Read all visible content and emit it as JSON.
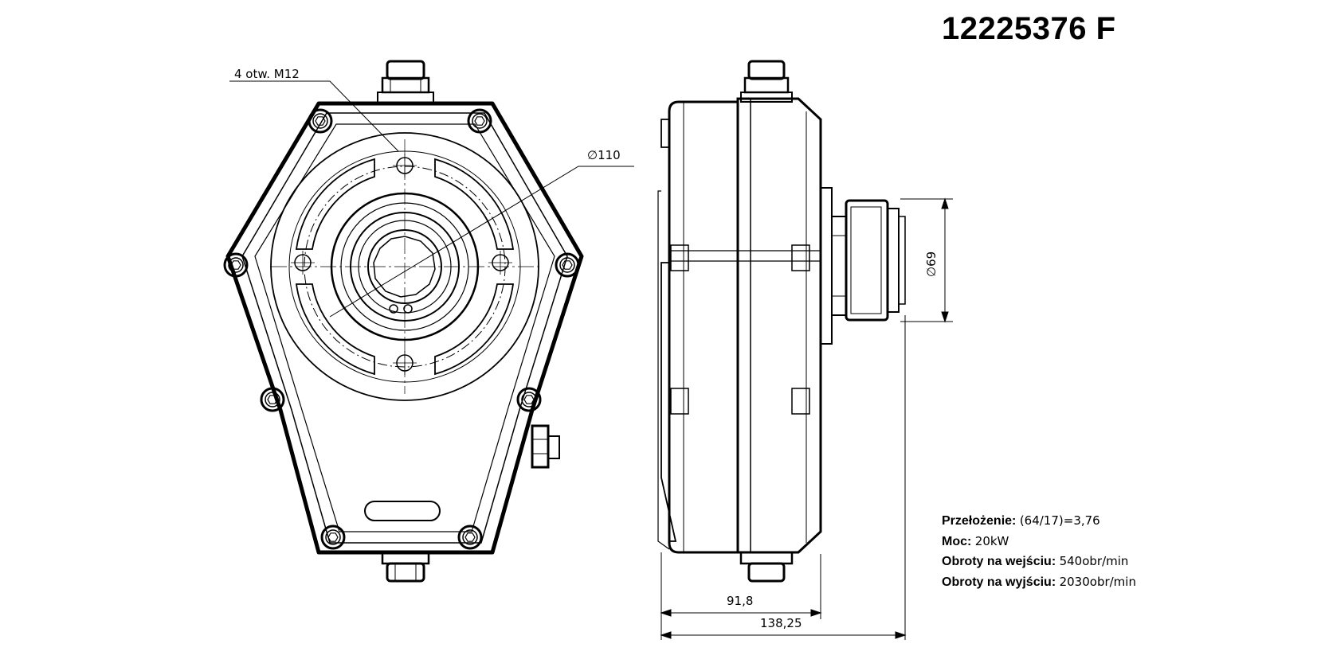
{
  "title": "12225376 F",
  "front_view": {
    "holes_label": "4 otw. M12",
    "diameter_label": "∅110"
  },
  "side_view": {
    "diameter_label": "∅69",
    "dim_short": "91,8",
    "dim_long": "138,25"
  },
  "specs": [
    {
      "key": "Przełożenie:",
      "value": "(64/17)=3,76"
    },
    {
      "key": "Moc:",
      "value": "20kW"
    },
    {
      "key": "Obroty na wejściu:",
      "value": "540obr/min"
    },
    {
      "key": "Obroty na wyjściu:",
      "value": "2030obr/min"
    }
  ]
}
